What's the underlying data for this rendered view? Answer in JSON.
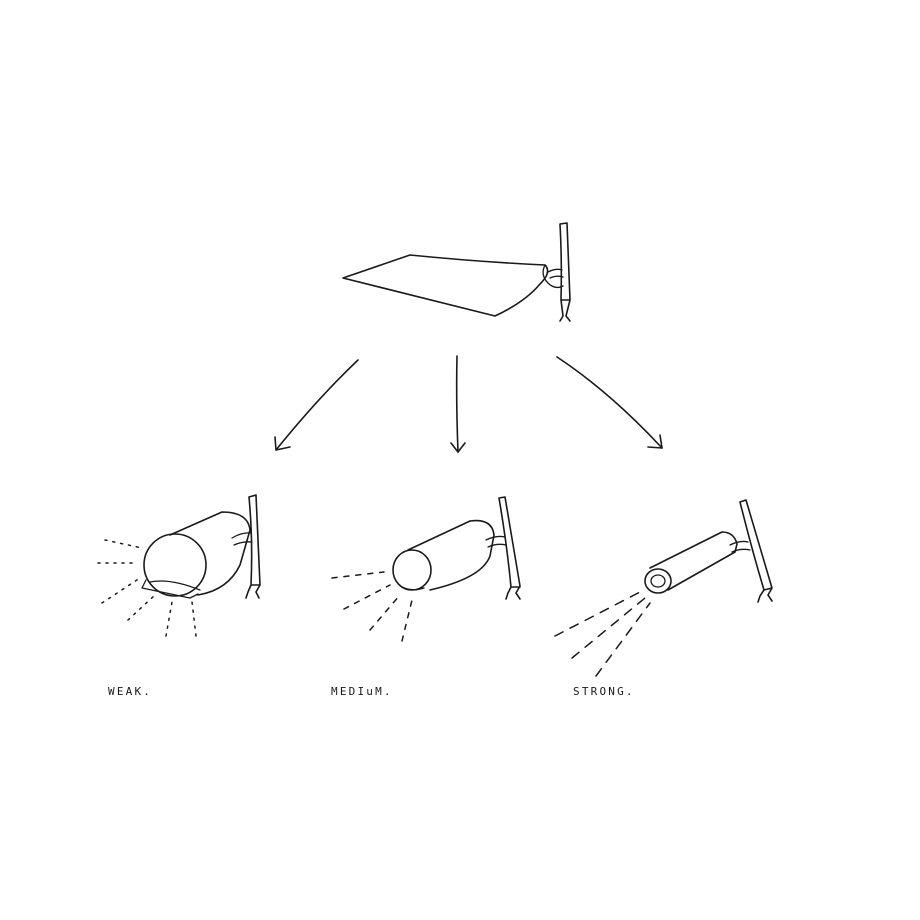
{
  "diagram": {
    "labels": {
      "weak": "WEAK.",
      "medium": "MEDIuM.",
      "strong": "STRONG."
    }
  },
  "colors": {
    "ink": "#1a1a1a",
    "background": "#ffffff"
  }
}
